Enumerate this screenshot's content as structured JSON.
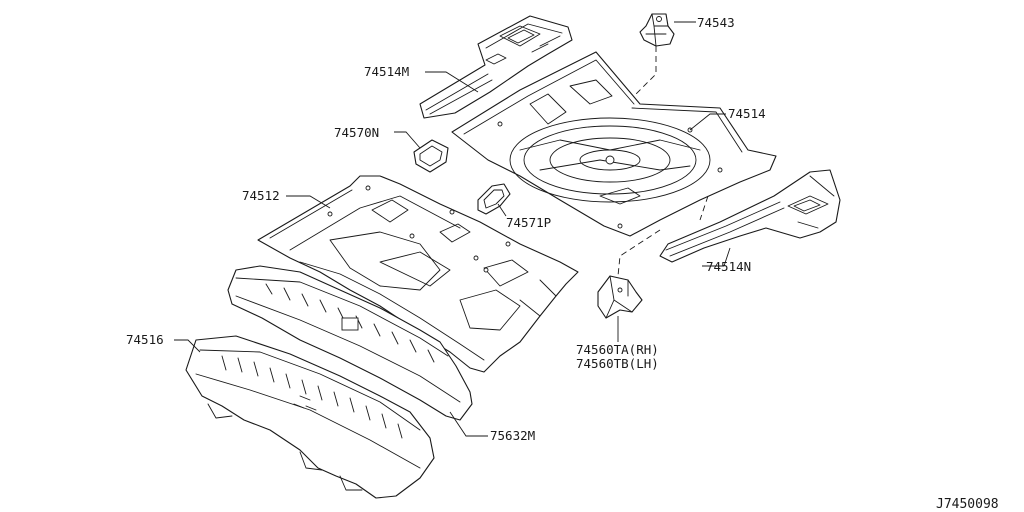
{
  "diagram": {
    "reference_code": "J7450098",
    "part_labels": {
      "p74543": "74543",
      "p74514M": "74514M",
      "p74514": "74514",
      "p74570N": "74570N",
      "p74512": "74512",
      "p74571P": "74571P",
      "p74514N": "74514N",
      "p74560TA": "74560TA(RH)",
      "p74560TB": "74560TB(LH)",
      "p74516": "74516",
      "p75632M": "75632M"
    }
  }
}
